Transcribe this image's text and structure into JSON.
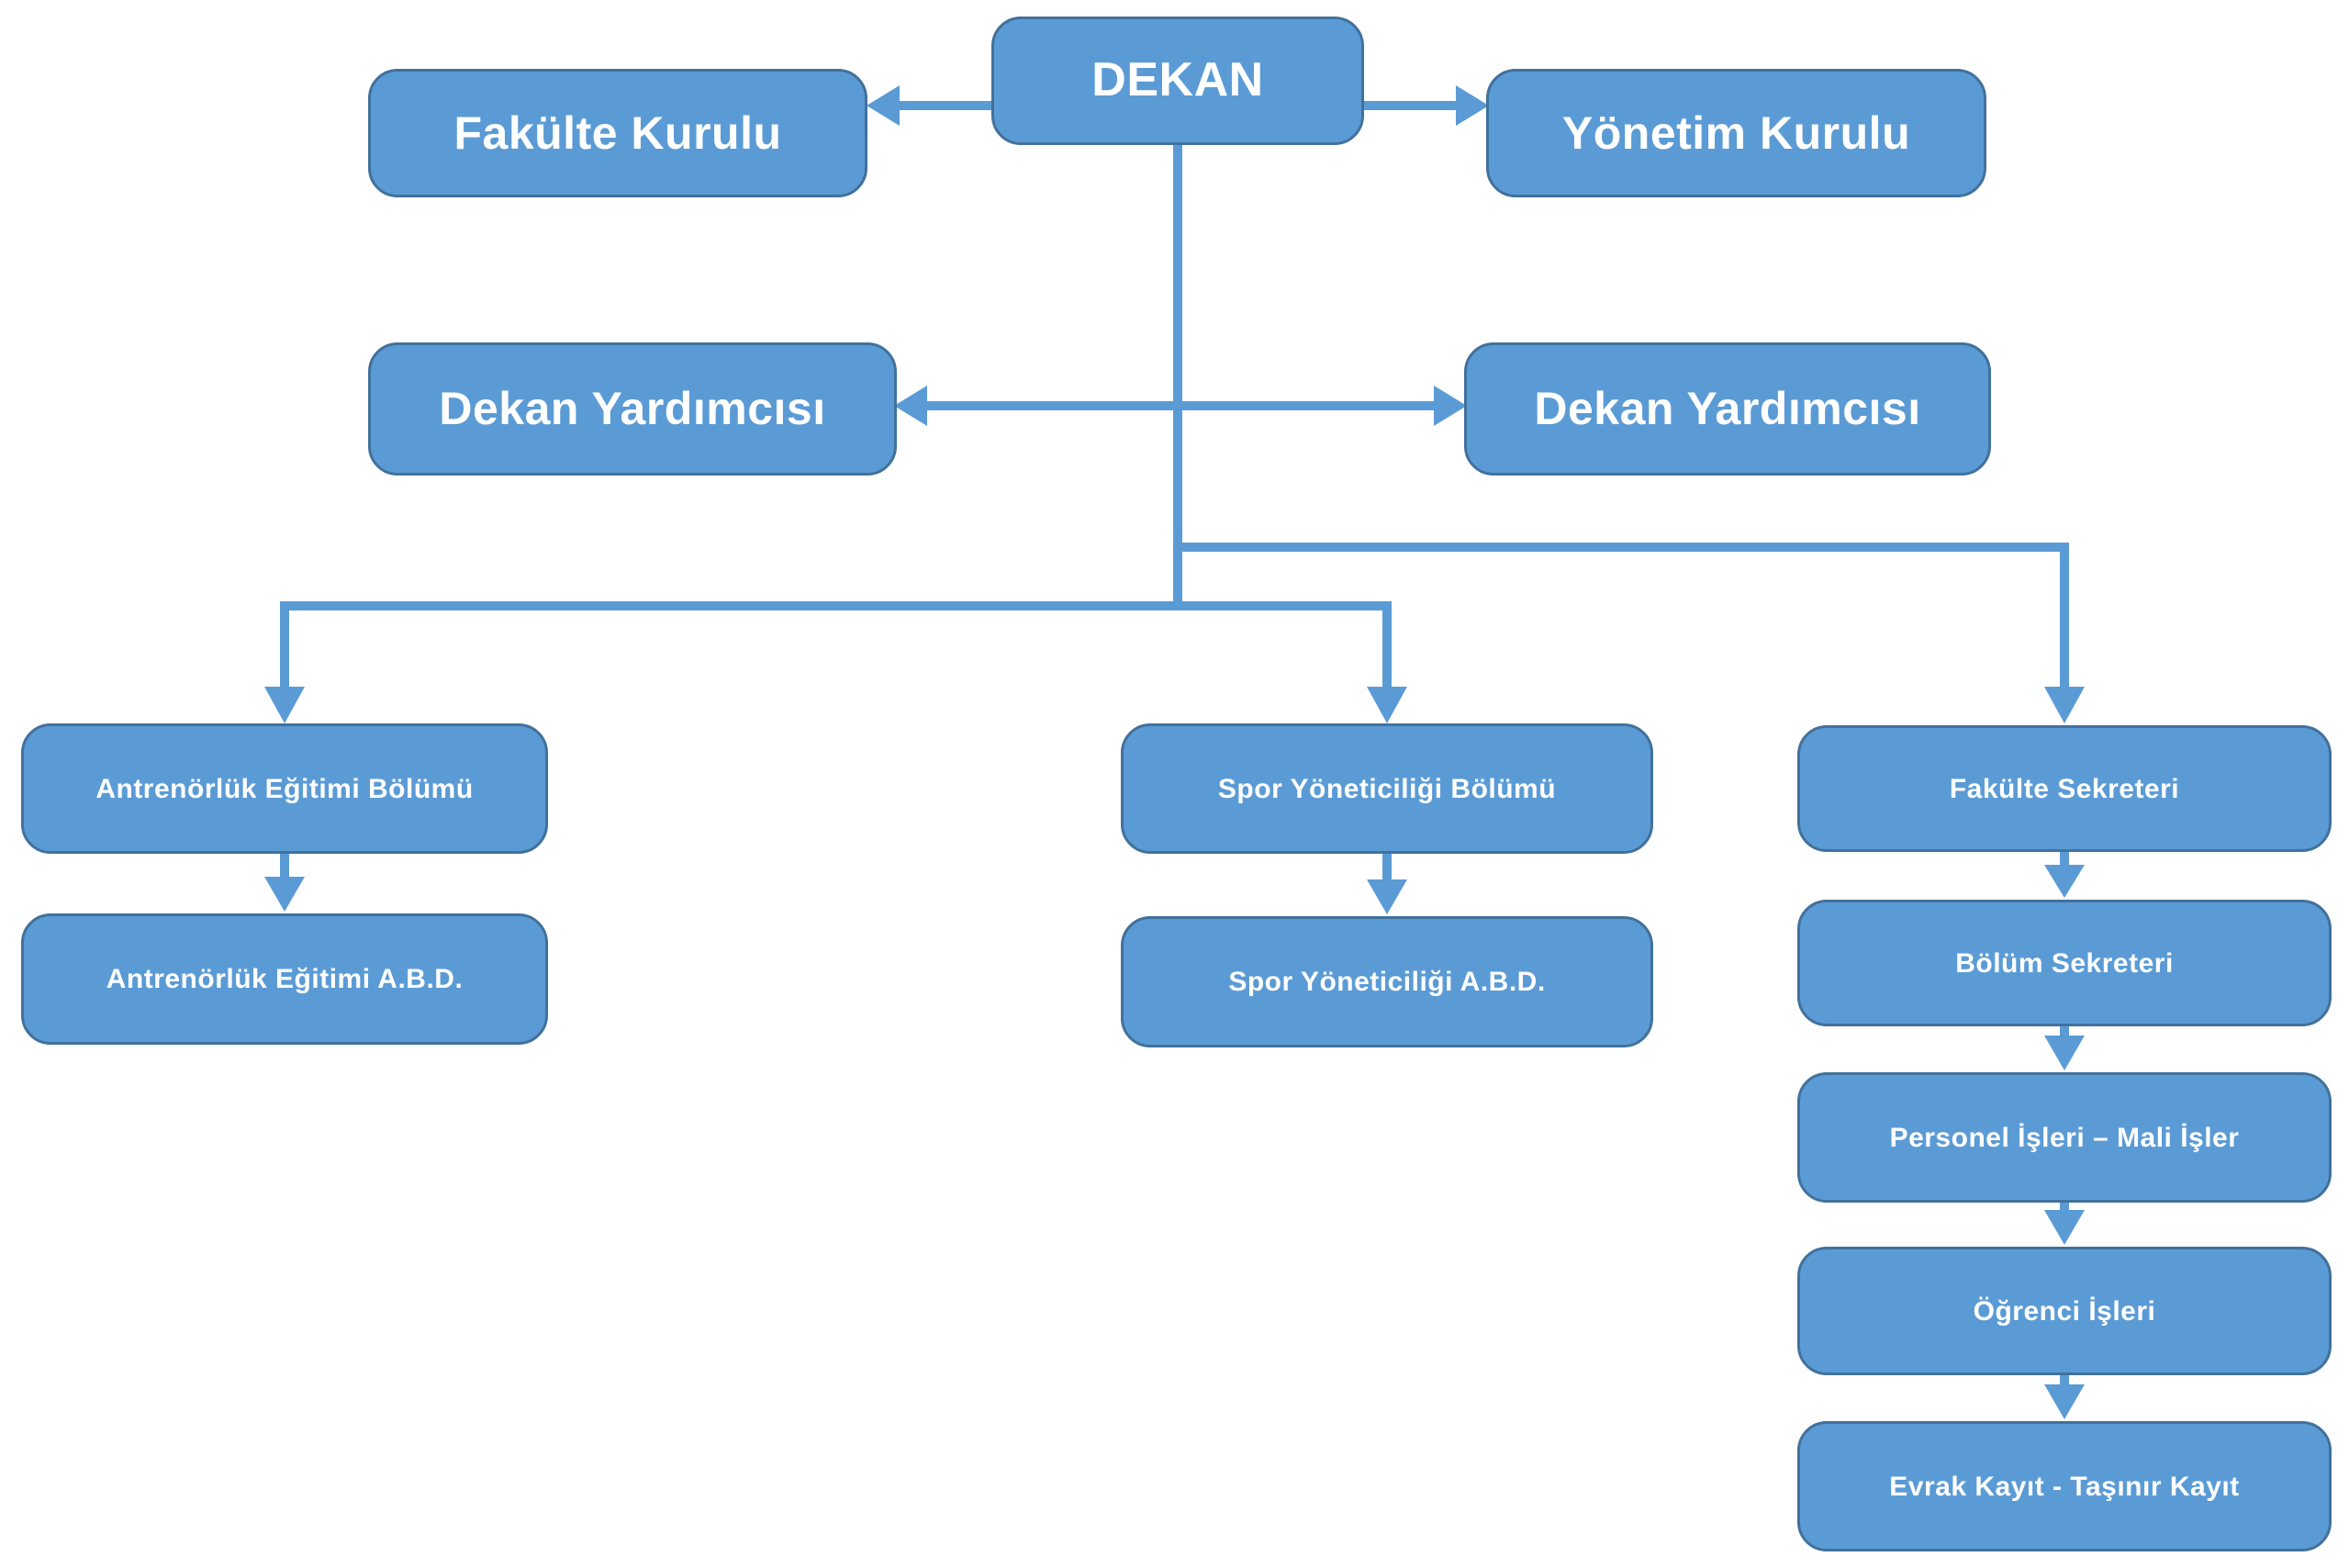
{
  "diagram": {
    "type": "org-chart",
    "nodes": {
      "dekan": "DEKAN",
      "fakulte_kurulu": "Fakülte Kurulu",
      "yonetim_kurulu": "Yönetim Kurulu",
      "dekan_yardimcisi_sol": "Dekan Yardımcısı",
      "dekan_yardimcisi_sag": "Dekan Yardımcısı",
      "antrenorluk_bolumu": "Antrenörlük Eğitimi Bölümü",
      "antrenorluk_abd": "Antrenörlük Eğitimi A.B.D.",
      "spor_bolumu": "Spor Yöneticiliği Bölümü",
      "spor_abd": "Spor Yöneticiliği A.B.D.",
      "fakulte_sekreteri": "Fakülte Sekreteri",
      "bolum_sekreteri": "Bölüm Sekreteri",
      "personel_mali": "Personel İşleri – Mali İşler",
      "ogrenci_isleri": "Öğrenci İşleri",
      "evrak_tasinir": "Evrak Kayıt - Taşınır Kayıt"
    },
    "edges": [
      {
        "from": "dekan",
        "to": "fakulte_kurulu",
        "style": "arrow"
      },
      {
        "from": "dekan",
        "to": "yonetim_kurulu",
        "style": "arrow"
      },
      {
        "from": "dekan",
        "to": "dekan_yardimcisi_sol",
        "style": "arrow"
      },
      {
        "from": "dekan",
        "to": "dekan_yardimcisi_sag",
        "style": "arrow"
      },
      {
        "from": "dekan",
        "to": "antrenorluk_bolumu",
        "style": "arrow"
      },
      {
        "from": "dekan",
        "to": "spor_bolumu",
        "style": "arrow"
      },
      {
        "from": "dekan",
        "to": "fakulte_sekreteri",
        "style": "arrow"
      },
      {
        "from": "antrenorluk_bolumu",
        "to": "antrenorluk_abd",
        "style": "arrow"
      },
      {
        "from": "spor_bolumu",
        "to": "spor_abd",
        "style": "arrow"
      },
      {
        "from": "fakulte_sekreteri",
        "to": "bolum_sekreteri",
        "style": "arrow"
      },
      {
        "from": "bolum_sekreteri",
        "to": "personel_mali",
        "style": "arrow"
      },
      {
        "from": "personel_mali",
        "to": "ogrenci_isleri",
        "style": "arrow"
      },
      {
        "from": "ogrenci_isleri",
        "to": "evrak_tasinir",
        "style": "arrow"
      }
    ],
    "colors": {
      "node_fill": "#5b9bd5",
      "node_border": "#41719c",
      "connector": "#5b9bd5",
      "node_text": "#ffffff",
      "background": "#ffffff"
    }
  }
}
